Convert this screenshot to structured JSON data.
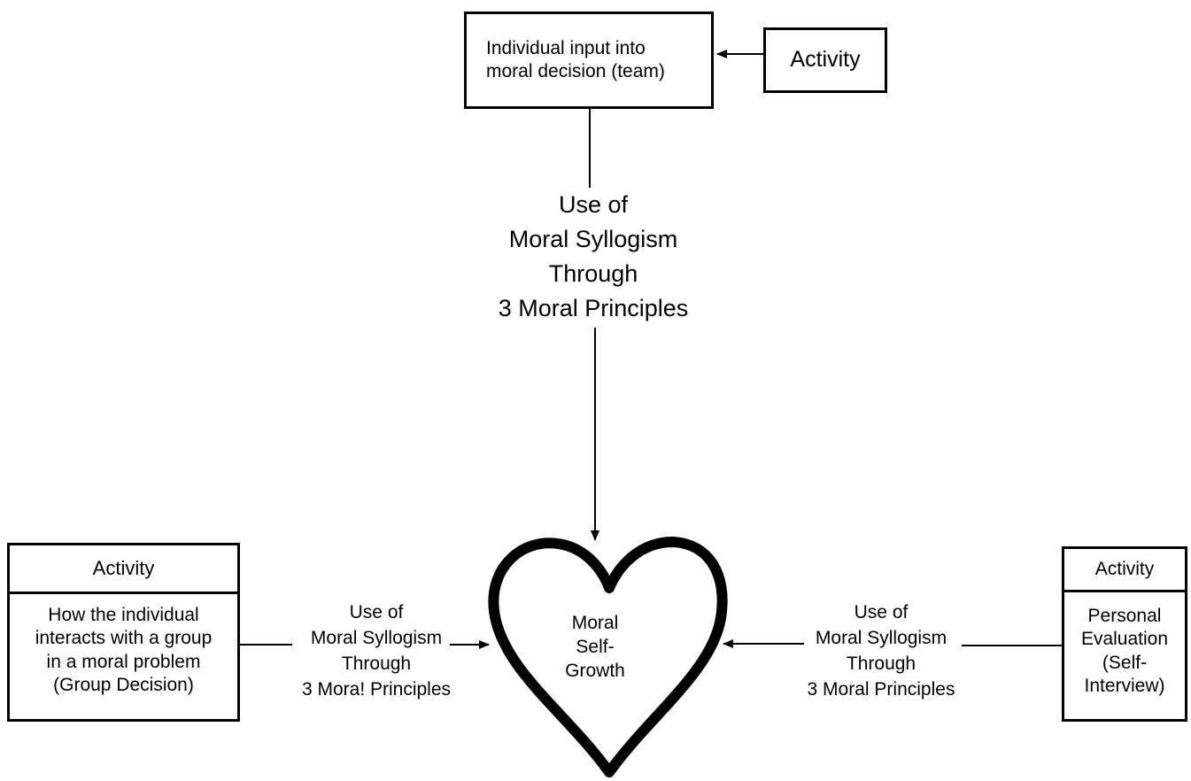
{
  "top_input_box": {
    "lines": [
      "Individual input into",
      "moral decision (team)"
    ]
  },
  "top_activity_box": {
    "label": "Activity"
  },
  "top_connector_label": {
    "lines": [
      "Use of",
      "Moral Syllogism",
      "Through",
      "3 Moral Principles"
    ]
  },
  "heart": {
    "lines": [
      "Moral",
      "Self-",
      "Growth"
    ]
  },
  "left_box": {
    "header": "Activity",
    "lines": [
      "How the individual",
      "interacts with a group",
      "in a moral problem",
      "(Group Decision)"
    ]
  },
  "left_connector_label": {
    "lines": [
      "Use of",
      "Moral Syllogism",
      "Through",
      "3 Mora! Principles"
    ]
  },
  "right_box": {
    "header": "Activity",
    "lines": [
      "Personal",
      "Evaluation",
      "(Self-",
      "Interview)"
    ]
  },
  "right_connector_label": {
    "lines": [
      "Use of",
      "Moral Syllogism",
      "Through",
      "3 Moral Principles"
    ]
  },
  "colors": {
    "ink": "#000000",
    "background": "#ffffff"
  }
}
